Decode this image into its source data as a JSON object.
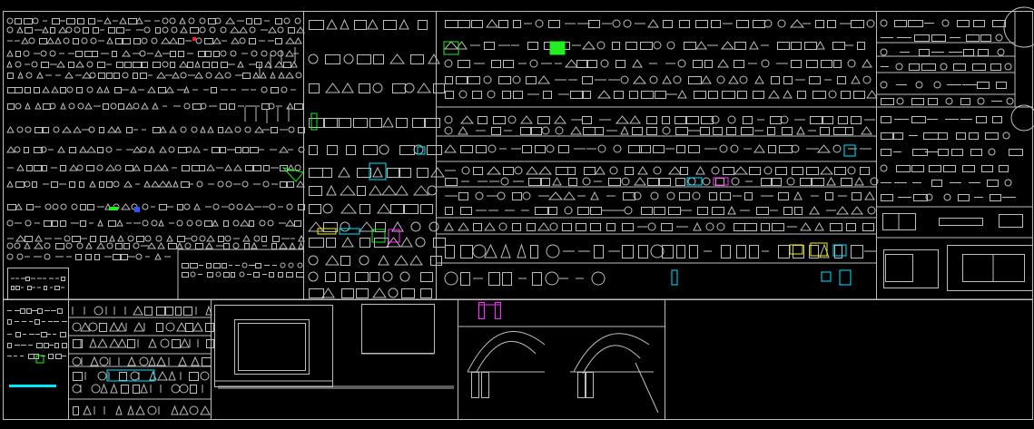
{
  "drawing": {
    "background": "#000000",
    "line_color": "#c8c8c8",
    "accent_colors": {
      "green": "#22ee22",
      "cyan": "#00e5ff",
      "magenta": "#ff33ff",
      "yellow": "#f4f400",
      "red": "#ff2020",
      "blue": "#3355ff"
    },
    "panels": [
      "block-library-top-left",
      "block-library-top-center",
      "block-library-furniture",
      "block-library-vehicles",
      "block-library-people",
      "block-library-monitor",
      "block-library-arches"
    ]
  }
}
